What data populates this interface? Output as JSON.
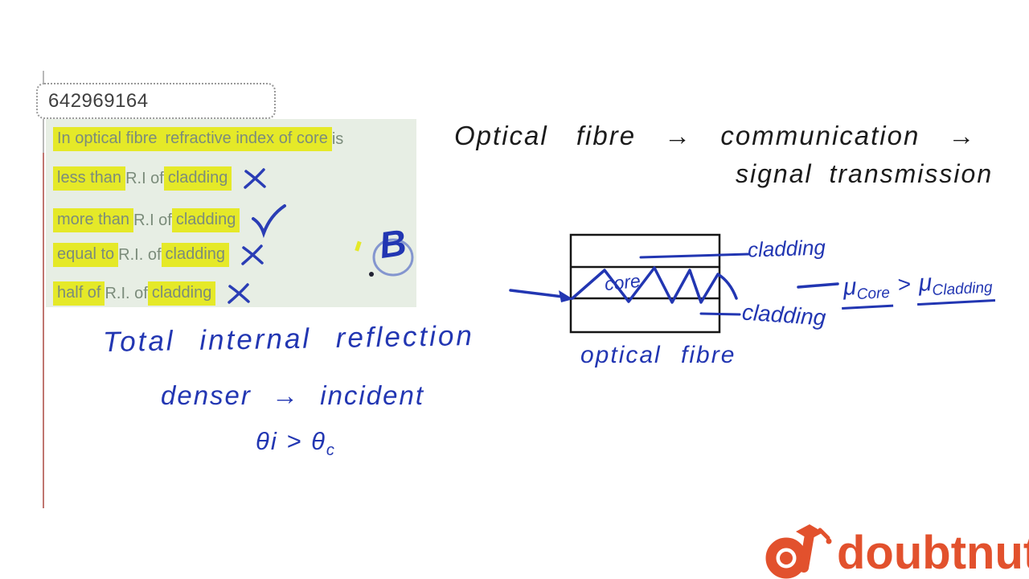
{
  "id_box": {
    "value": "642969164"
  },
  "question_panel": {
    "question": {
      "seg1": "In optical fibre",
      "seg2": " ",
      "seg3": "refractive index of core",
      "seg4": " is"
    },
    "options": [
      {
        "seg1": "less than",
        "seg2": " R.I of ",
        "seg3": "cladding",
        "mark": "cross"
      },
      {
        "seg1": "more than",
        "seg2": " R.I of ",
        "seg3": "cladding",
        "mark": "check"
      },
      {
        "seg1": "equal to",
        "seg2": " R.I. of ",
        "seg3": "cladding",
        "mark": "cross"
      },
      {
        "seg1": "half of",
        "seg2": " R.I. of ",
        "seg3": "cladding",
        "mark": "cross"
      }
    ],
    "answer_letter": "B"
  },
  "handnotes": {
    "flow_line1": "Optical fibre → communication →",
    "flow_line2": "signal transmission",
    "tir": "Total internal reflection",
    "denser": "denser → incident",
    "theta_left": "θi",
    "theta_op": ">",
    "theta_right_base": "θ",
    "theta_right_sub": "c"
  },
  "diagram": {
    "cladding_top_label": "cladding",
    "core_label": "core",
    "cladding_bottom_label": "cladding",
    "caption": "optical fibre",
    "mu_left_base": "μ",
    "mu_left_sub": "Core",
    "mu_op": ">",
    "mu_right_base": "μ",
    "mu_right_sub": "Cladding"
  },
  "watermark": {
    "brand": "doubtnut"
  },
  "colors": {
    "highlight": "#e5e928",
    "panel_bg": "#e7eee4",
    "question_text": "#7b8c7b",
    "ink_blue": "#2236b2",
    "ink_black": "#1b1b1b",
    "brand_orange": "#e2512d",
    "rule_red": "#b0544c",
    "rule_gray": "#b9b9b9"
  }
}
